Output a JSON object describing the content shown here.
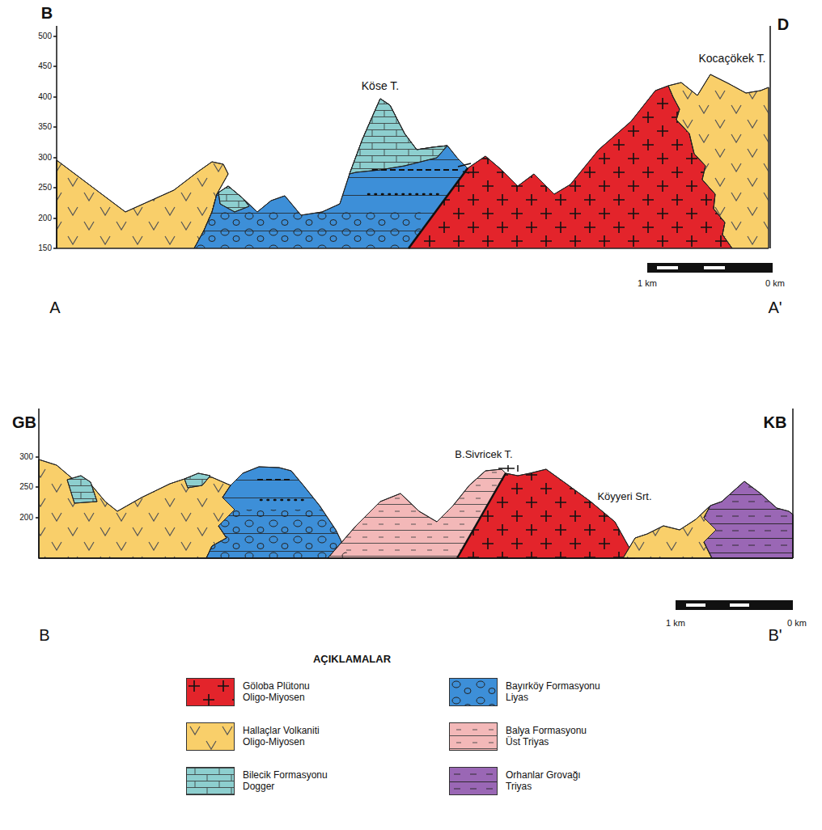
{
  "diagram": {
    "labels": [
      "B",
      "D",
      "500",
      "450",
      "400",
      "350",
      "300",
      "250",
      "200",
      "150",
      "Köse T.",
      "Kocaçökek T.",
      "1 km",
      "0 km",
      "A",
      "A'",
      "GB",
      "KB",
      "300",
      "250",
      "200",
      "B.Sivricek T.",
      "Köyyeri Srt.",
      "1 km",
      "0 km",
      "B",
      "B'",
      "AÇIKLAMALAR"
    ],
    "legend": [
      {
        "text": "Göloba Plütonu Oligo-Miyosen",
        "color": "#e3242b"
      },
      {
        "text": "Bayırköy Formasyonu Liyas",
        "color": "#3d8fd8"
      },
      {
        "text": "Hallaçlar Volkaniti Oligo-Miyosen",
        "color": "#f9cf6a"
      },
      {
        "text": "Balya Formasyonu Üst Triyas",
        "color": "#f3b8b8"
      },
      {
        "text": "Bilecik Formasyonu Dogger",
        "color": "#8dcfcf"
      },
      {
        "text": "Orhanlar Grovağı Triyas",
        "color": "#9a67b5"
      }
    ]
  }
}
